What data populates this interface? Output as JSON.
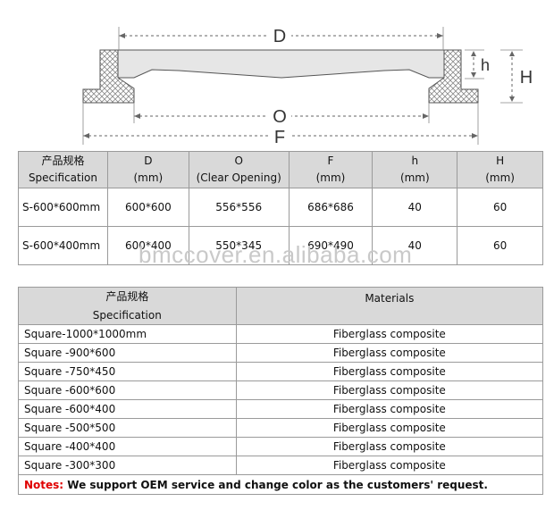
{
  "diagram": {
    "labels": {
      "D": "D",
      "h": "h",
      "H": "H",
      "O": "O",
      "F": "F"
    }
  },
  "spec_table": {
    "headers": [
      {
        "cn": "产品规格",
        "en": "Specification"
      },
      {
        "top": "D",
        "bottom": "(mm)"
      },
      {
        "top": "O",
        "bottom": "(Clear Opening)"
      },
      {
        "top": "F",
        "bottom": "(mm)"
      },
      {
        "top": "h",
        "bottom": "(mm)"
      },
      {
        "top": "H",
        "bottom": "(mm)"
      }
    ],
    "rows": [
      [
        "S-600*600mm",
        "600*600",
        "556*556",
        "686*686",
        "40",
        "60"
      ],
      [
        "S-600*400mm",
        "600*400",
        "550*345",
        "690*490",
        "40",
        "60"
      ]
    ]
  },
  "watermark": "bmccover.en.alibaba.com",
  "materials_table": {
    "header_cn": "产品规格",
    "header_en": "Specification",
    "header_materials": "Materials",
    "rows": [
      [
        "Square-1000*1000mm",
        "Fiberglass composite"
      ],
      [
        "Square -900*600",
        "Fiberglass composite"
      ],
      [
        "Square -750*450",
        "Fiberglass composite"
      ],
      [
        "Square -600*600",
        "Fiberglass composite"
      ],
      [
        "Square -600*400",
        "Fiberglass composite"
      ],
      [
        "Square -500*500",
        "Fiberglass composite"
      ],
      [
        "Square -400*400",
        "Fiberglass composite"
      ],
      [
        "Square -300*300",
        "Fiberglass composite"
      ]
    ],
    "note_label": "Notes:",
    "note_text": " We support OEM service and change color as the customers' request."
  }
}
